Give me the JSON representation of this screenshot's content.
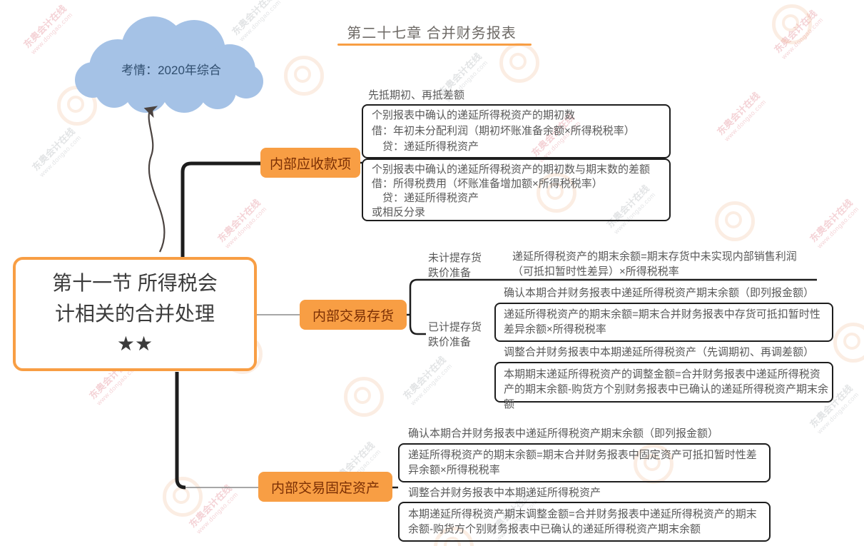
{
  "title": {
    "text": "第二十七章 合并财务报表"
  },
  "cloud": {
    "text": "考情：2020年综合"
  },
  "root": {
    "lines": [
      "第十一节 所得税会",
      "计相关的合并处理",
      "★★"
    ]
  },
  "branch_receivables": {
    "label": "内部应收款项",
    "rule": "先抵期初、再抵差额",
    "entry_initial": {
      "lines": [
        "个别报表中确认的递延所得税资产的期初数",
        "借：年初未分配利润（期初坏账准备余额×所得税税率）",
        "　贷：递延所得税资产"
      ]
    },
    "entry_difference": {
      "lines": [
        "个别报表中确认的递延所得税资产的期初数与期末数的差额",
        "借：所得税费用（坏账准备增加额×所得税税率）",
        "　贷：递延所得税资产",
        "或相反分录"
      ]
    }
  },
  "branch_inventory": {
    "label": "内部交易存货",
    "no_provision": {
      "label": "未计提存货跌价准备",
      "text": "递延所得税资产的期末余额=期末存货中未实现内部销售利润（可抵扣暂时性差异）×所得税税率"
    },
    "with_provision": {
      "label": "已计提存货跌价准备",
      "items": [
        "确认本期合并财务报表中递延所得税资产期末余额（即列报金额）",
        "递延所得税资产的期末余额=期末合并财务报表中存货可抵扣暂时性差异余额×所得税税率",
        "调整合并财务报表中本期递延所得税资产（先调期初、再调差额）",
        "本期期末递延所得税资产的调整金额=合并财务报表中递延所得税资产的期末余额-购货方个别财务报表中已确认的递延所得税资产期末余额"
      ]
    }
  },
  "branch_fixed_assets": {
    "label": "内部交易固定资产",
    "items": [
      "确认本期合并财务报表中递延所得税资产期末余额（即列报金额）",
      "递延所得税资产的期末余额=期末合并财务报表中固定资产可抵扣暂时性差异余额×所得税税率",
      "调整合并财务报表中本期递延所得税资产",
      "本期递延所得税资产期末调整金额=合并财务报表中递延所得税资产的期末余额-购货方个别财务报表中已确认的递延所得税资产期末余额"
    ]
  },
  "watermark": {
    "brand": "东奥会计在线",
    "site": "www.dongao.com"
  },
  "colors": {
    "accent": "#F89E44",
    "node_text": "#7B2F04",
    "line": "#1D1D1D",
    "body_text": "#595959",
    "cloud_fill": "#A5C2E6",
    "cloud_text": "#2F4D6E",
    "title_text": "#6E6A66"
  }
}
